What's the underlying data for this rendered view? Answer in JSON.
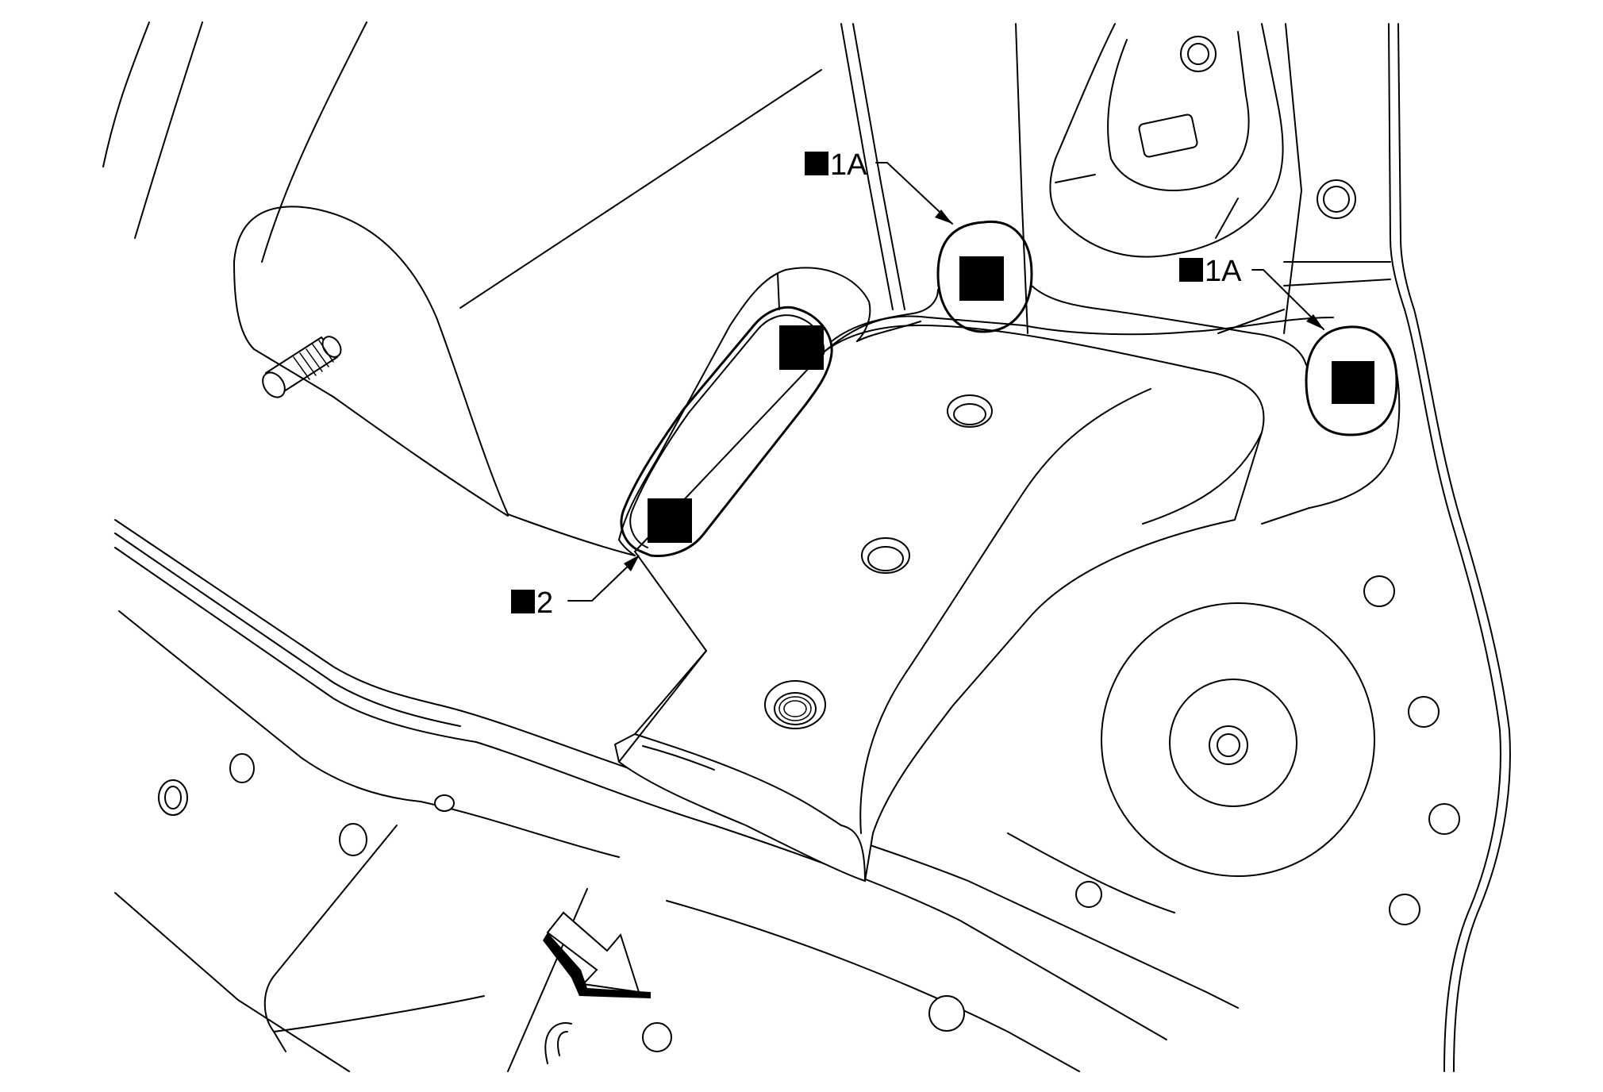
{
  "callouts": [
    {
      "id": "c1",
      "symbol": "square",
      "text": "1A"
    },
    {
      "id": "c2",
      "symbol": "square",
      "text": "1A"
    },
    {
      "id": "c3",
      "symbol": "square",
      "text": "2"
    }
  ],
  "weld_marker_symbol": "square",
  "direction_arrow": "forward-arrow-icon"
}
